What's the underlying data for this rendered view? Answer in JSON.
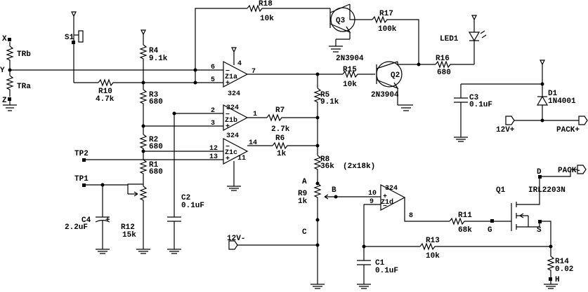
{
  "nodes": {
    "x": "X",
    "y": "Y",
    "z": "Z",
    "tp1": "TP1",
    "tp2": "TP2",
    "a": "A",
    "b": "B",
    "c": "C",
    "g": "G",
    "d": "D",
    "s": "S",
    "h": "H"
  },
  "ports": {
    "v12_minus": "12V-",
    "v12_plus": "12V+",
    "pack_plus": "PACK+",
    "pack_minus": "PACK-"
  },
  "switch": {
    "ref": "S1"
  },
  "resistors": {
    "trb": {
      "ref": "TRb"
    },
    "tra": {
      "ref": "TRa"
    },
    "r1": {
      "ref": "R1",
      "value": "680"
    },
    "r2": {
      "ref": "R2",
      "value": "680"
    },
    "r3": {
      "ref": "R3",
      "value": "680"
    },
    "r4": {
      "ref": "R4",
      "value": "9.1k"
    },
    "r5": {
      "ref": "R5",
      "value": "9.1k"
    },
    "r6": {
      "ref": "R6",
      "value": "1k"
    },
    "r7": {
      "ref": "R7",
      "value": "2.7k"
    },
    "r8": {
      "ref": "R8",
      "value": "36k",
      "note": "(2x18k)"
    },
    "r9": {
      "ref": "R9",
      "value": "1k"
    },
    "r10": {
      "ref": "R10",
      "value": "4.7k"
    },
    "r11": {
      "ref": "R11",
      "value": "68k"
    },
    "r12": {
      "ref": "R12",
      "value": "15k"
    },
    "r13": {
      "ref": "R13",
      "value": "10k"
    },
    "r14": {
      "ref": "R14",
      "value": "0.02"
    },
    "r15": {
      "ref": "R15",
      "value": "10k"
    },
    "r16": {
      "ref": "R16",
      "value": "680"
    },
    "r17": {
      "ref": "R17",
      "value": "100k"
    },
    "r18": {
      "ref": "R18",
      "value": "10k"
    }
  },
  "capacitors": {
    "c1": {
      "ref": "C1",
      "value": "0.1uF"
    },
    "c2": {
      "ref": "C2",
      "value": "0.1uF"
    },
    "c3": {
      "ref": "C3",
      "value": "0.1uF"
    },
    "c4": {
      "ref": "C4",
      "value": "2.2uF",
      "polarity": "+"
    }
  },
  "transistors": {
    "q2": {
      "ref": "Q2",
      "part": "2N3904"
    },
    "q3": {
      "ref": "Q3",
      "part": "2N3904"
    }
  },
  "mosfet": {
    "ref": "Q1",
    "part": "IRL2203N"
  },
  "diode": {
    "ref": "D1",
    "part": "1N4001"
  },
  "led": {
    "ref": "LED1"
  },
  "opamps": {
    "z1a": {
      "ref": "Z1a",
      "part": "324",
      "pin_inv": "6",
      "pin_noninv": "5",
      "pin_out": "7",
      "pin_pwr": "4"
    },
    "z1b": {
      "ref": "Z1b",
      "pin_inv": "2",
      "pin_noninv": "3",
      "pin_out": "1"
    },
    "z1c": {
      "ref": "Z1c",
      "part": "324",
      "pin_inv": "13",
      "pin_noninv": "12",
      "pin_out": "14",
      "pin_gnd": "11"
    },
    "z1d": {
      "ref": "Z1d",
      "part": "324",
      "pin_noninv": "10",
      "pin_inv": "9",
      "pin_out": "8"
    },
    "z1b_part": "324"
  },
  "symbols": {
    "minus": "−",
    "plus": "+"
  }
}
